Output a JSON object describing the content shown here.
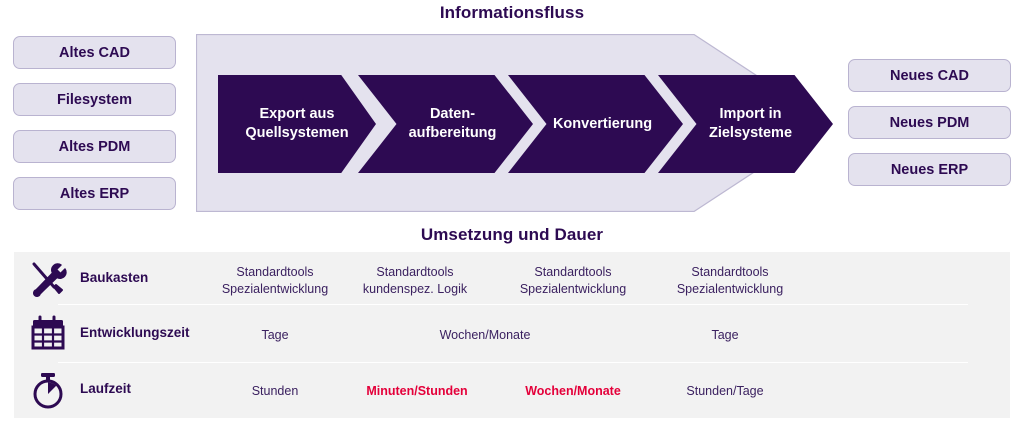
{
  "titles": {
    "flow": "Informationsfluss",
    "table": "Umsetzung und Dauer"
  },
  "colors": {
    "dark_purple": "#2D0A52",
    "light_lavender": "#E4E2EE",
    "pill_border": "#B9B3D0",
    "table_bg": "#F2F2F2",
    "alert_red": "#E4003A",
    "text_purple": "#3B2160"
  },
  "source_systems": [
    {
      "label": "Altes CAD"
    },
    {
      "label": "Filesystem"
    },
    {
      "label": "Altes PDM"
    },
    {
      "label": "Altes ERP"
    }
  ],
  "target_systems": [
    {
      "label": "Neues CAD"
    },
    {
      "label": "Neues PDM"
    },
    {
      "label": "Neues ERP"
    }
  ],
  "flow_steps": [
    {
      "line1": "Export aus",
      "line2": "Quellsystemen"
    },
    {
      "line1": "Daten-",
      "line2": "aufbereitung"
    },
    {
      "line1": "Konvertierung",
      "line2": ""
    },
    {
      "line1": "Import in",
      "line2": "Zielsysteme"
    }
  ],
  "table": {
    "rows": [
      {
        "icon": "tools-icon",
        "label": "Baukasten",
        "cells": [
          {
            "line1": "Standardtools",
            "line2": "Spezialentwicklung",
            "alert": false
          },
          {
            "line1": "Standardtools",
            "line2": "kundenspez. Logik",
            "alert": false
          },
          {
            "line1": "Standardtools",
            "line2": "Spezialentwicklung",
            "alert": false
          },
          {
            "line1": "Standardtools",
            "line2": "Spezialentwicklung",
            "alert": false
          }
        ]
      },
      {
        "icon": "calendar-icon",
        "label": "Entwicklungszeit",
        "cells": [
          {
            "line1": "Tage",
            "line2": "",
            "alert": false
          },
          {
            "line1": "Wochen/Monate",
            "line2": "",
            "alert": false,
            "span": 2
          },
          {
            "line1": "Tage",
            "line2": "",
            "alert": false
          }
        ]
      },
      {
        "icon": "stopwatch-icon",
        "label": "Laufzeit",
        "cells": [
          {
            "line1": "Stunden",
            "line2": "",
            "alert": false
          },
          {
            "line1": "Minuten/Stunden",
            "line2": "",
            "alert": true
          },
          {
            "line1": "Wochen/Monate",
            "line2": "",
            "alert": true
          },
          {
            "line1": "Stunden/Tage",
            "line2": "",
            "alert": false
          }
        ]
      }
    ]
  }
}
